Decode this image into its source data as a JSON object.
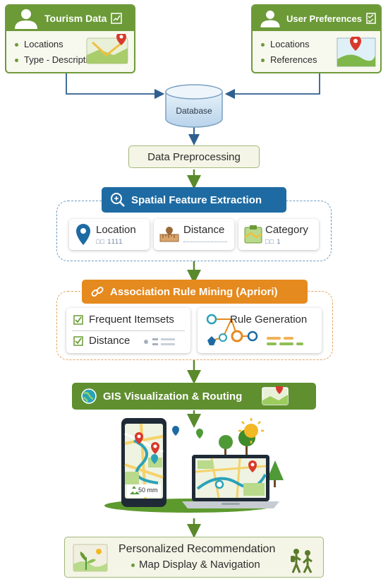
{
  "tourism": {
    "title": "Tourism Data",
    "items": [
      "Locations",
      "Type - Description"
    ]
  },
  "prefs": {
    "title": "User Preferences",
    "items": [
      "Locations",
      "References"
    ]
  },
  "database": {
    "label": "Database"
  },
  "preprocessing": {
    "label": "Data Preprocessing"
  },
  "spatial": {
    "title": "Spatial Feature Extraction",
    "cards": [
      {
        "label": "Location",
        "code": "□□ 1111"
      },
      {
        "label": "Distance",
        "code": ""
      },
      {
        "label": "Category",
        "code": "□□ 1"
      }
    ]
  },
  "association": {
    "title": "Association Rule Mining (Apriori)",
    "items": [
      "Frequent Itemsets",
      "Distance"
    ],
    "rule": "Rule Generation"
  },
  "gis": {
    "title": "GIS Visualization & Routing",
    "phone_label": "50 mm"
  },
  "result": {
    "line1": "Personalized Recommendation",
    "line2": "Map Display & Navigation"
  },
  "colors": {
    "green": "#6b9a37",
    "blue": "#1e6ba3",
    "orange": "#e58a1f",
    "arrow_blue": "#2e5f8f"
  }
}
